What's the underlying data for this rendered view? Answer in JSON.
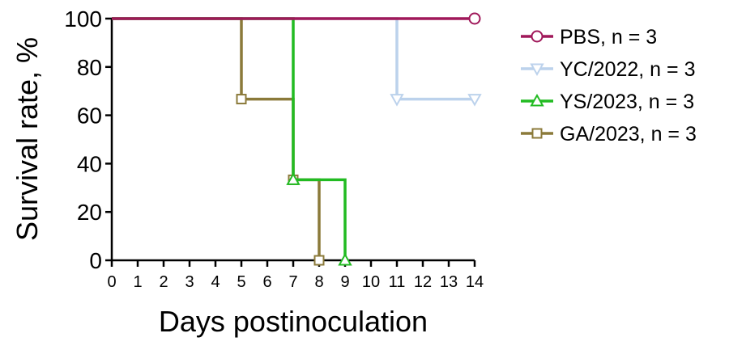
{
  "chart_data": {
    "type": "line",
    "step": true,
    "xlabel": "Days postinoculation",
    "ylabel": "Survival rate, %",
    "xlim": [
      0,
      14
    ],
    "ylim": [
      0,
      100
    ],
    "xticks": [
      "0",
      "1",
      "2",
      "3",
      "4",
      "5",
      "6",
      "7",
      "8",
      "9",
      "10",
      "11",
      "12",
      "13",
      "14"
    ],
    "yticks": [
      "0",
      "20",
      "40",
      "60",
      "80",
      "100"
    ],
    "grid": false,
    "legend_position": "right",
    "series": [
      {
        "name": "PBS, n = 3",
        "color": "#a0185a",
        "marker": "circle",
        "points": [
          [
            0,
            100
          ],
          [
            14,
            100
          ]
        ],
        "markers": [
          [
            14,
            100
          ]
        ]
      },
      {
        "name": "YC/2022, n = 3",
        "color": "#bcd2ec",
        "marker": "triangle-down",
        "points": [
          [
            0,
            100
          ],
          [
            11,
            100
          ],
          [
            11,
            66.7
          ],
          [
            14,
            66.7
          ]
        ],
        "markers": [
          [
            11,
            66.7
          ],
          [
            14,
            66.7
          ]
        ]
      },
      {
        "name": "YS/2023, n = 3",
        "color": "#22bb22",
        "marker": "triangle-up",
        "points": [
          [
            0,
            100
          ],
          [
            7,
            100
          ],
          [
            7,
            33.3
          ],
          [
            9,
            33.3
          ],
          [
            9,
            0
          ]
        ],
        "markers": [
          [
            7,
            33.3
          ],
          [
            9,
            0
          ]
        ]
      },
      {
        "name": "GA/2023, n = 3",
        "color": "#8b7a3a",
        "marker": "square",
        "points": [
          [
            0,
            100
          ],
          [
            5,
            100
          ],
          [
            5,
            66.7
          ],
          [
            7,
            66.7
          ],
          [
            7,
            33.3
          ],
          [
            8,
            33.3
          ],
          [
            8,
            0
          ]
        ],
        "markers": [
          [
            5,
            66.7
          ],
          [
            7,
            33.3
          ],
          [
            8,
            0
          ]
        ]
      }
    ]
  }
}
